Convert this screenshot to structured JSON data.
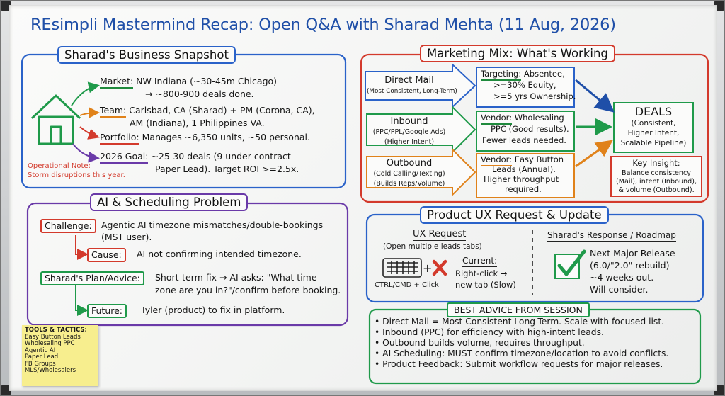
{
  "title": "REsimpli Mastermind Recap: Open Q&A with Sharad Mehta (11 Aug, 2026)",
  "snapshot": {
    "heading": "Sharad's Business Snapshot",
    "market_key": "Market:",
    "market_val1": "NW Indiana (~30-45m Chicago)",
    "market_val2": "→ ~800-900 deals done.",
    "team_key": "Team:",
    "team_val1": "Carlsbad, CA (Sharad) + PM (Corona, CA),",
    "team_val2": "AM (Indiana), 1 Philippines VA.",
    "portfolio_key": "Portfolio:",
    "portfolio_val": "Manages ~6,350 units, ~50 personal.",
    "goal_key": "2026 Goal:",
    "goal_val1": "~25-30 deals (9 under contract",
    "goal_val2": "Paper Lead). Target ROI >=2.5x.",
    "op_note1": "Operational Note:",
    "op_note2": "Storm disruptions this year."
  },
  "ai": {
    "heading": "AI & Scheduling Problem",
    "challenge_key": "Challenge:",
    "challenge_val1": "Agentic AI timezone mismatches/double-bookings",
    "challenge_val2": "(MST user).",
    "cause_key": "Cause:",
    "cause_val": "AI not confirming intended timezone.",
    "plan_key": "Sharad's Plan/Advice:",
    "plan_val1": "Short-term fix → AI asks: \"What time",
    "plan_val2": "zone are you in?\"/confirm before booking.",
    "future_key": "Future:",
    "future_val": "Tyler (product) to fix in platform."
  },
  "tools": {
    "heading": "TOOLS & TACTICS:",
    "items": [
      "Easy Button Leads",
      "Wholesaling PPC",
      "Agentic AI",
      "Paper Lead",
      "FB Groups",
      "MLS/Wholesalers"
    ]
  },
  "marketing": {
    "heading": "Marketing Mix: What's Working",
    "direct_mail_title": "Direct Mail",
    "direct_mail_sub": "(Most Consistent, Long-Term)",
    "inbound_title": "Inbound",
    "inbound_sub1": "(PPC/PPL/Google Ads)",
    "inbound_sub2": "(Higher Intent)",
    "outbound_title": "Outbound",
    "outbound_sub1": "(Cold Calling/Texting)",
    "outbound_sub2": "(Builds Reps/Volume)",
    "targeting_key": "Targeting:",
    "targeting_val1": "Absentee,",
    "targeting_val2": ">=30% Equity,",
    "targeting_val3": ">=5 yrs Ownership.",
    "vendor1_key": "Vendor:",
    "vendor1_val1": "Wholesaling",
    "vendor1_val2": "PPC (Good results).",
    "vendor1_val3": "Fewer leads needed.",
    "vendor2_key": "Vendor:",
    "vendor2_val1": "Easy Button",
    "vendor2_val2": "Leads (Annual).",
    "vendor2_val3": "Higher throughput",
    "vendor2_val4": "required.",
    "deals_title": "DEALS",
    "deals_sub1": "(Consistent,",
    "deals_sub2": "Higher Intent,",
    "deals_sub3": "Scalable Pipeline)",
    "insight_title": "Key Insight:",
    "insight_val1": "Balance consistency",
    "insight_val2": "(Mail), intent (Inbound),",
    "insight_val3": "& volume (Outbound)."
  },
  "ux": {
    "heading": "Product UX Request & Update",
    "request_title": "UX Request",
    "request_sub": "(Open multiple leads tabs)",
    "keyboard_caption": "CTRL/CMD + Click",
    "current_key": "Current:",
    "current_val1": "Right-click →",
    "current_val2": "new tab (Slow)",
    "response_title": "Sharad's Response / Roadmap",
    "response_val1": "Next Major Release",
    "response_val2": "(6.0/\"2.0\" rebuild)",
    "response_val3": "~4 weeks out.",
    "response_val4": "Will consider."
  },
  "advice": {
    "heading": "BEST ADVICE FROM SESSION",
    "items": [
      "• Direct Mail = Most Consistent Long-Term. Scale with focused list.",
      "• Inbound (PPC) for efficiency with high-intent leads.",
      "• Outbound builds volume, requires throughput.",
      "• AI Scheduling: MUST confirm timezone/location to avoid conflicts.",
      "• Product Feedback: Submit workflow requests for major releases."
    ]
  },
  "colors": {
    "blue": "#2a62c9",
    "red": "#d33a2c",
    "green": "#1f9a4a",
    "orange": "#e0821a",
    "purple": "#6a3aa8",
    "navy": "#1f4fa8",
    "sticky": "#f7ee8e"
  }
}
